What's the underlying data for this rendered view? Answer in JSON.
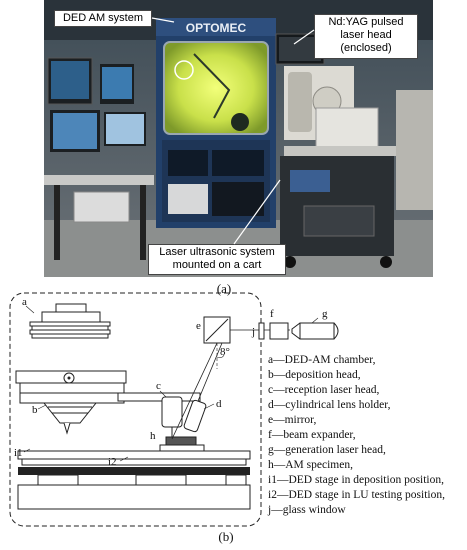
{
  "figure_a": {
    "caption": "(a)",
    "callouts": {
      "ded_am_system": "DED AM system",
      "laser_head": "Nd:YAG pulsed laser head (enclosed)",
      "laser_head_l1": "Nd:YAG pulsed",
      "laser_head_l2": "laser head",
      "laser_head_l3": "(enclosed)",
      "ultrasonic_l1": "Laser ultrasonic system",
      "ultrasonic_l2": "mounted on a cart"
    },
    "brand": "OPTOMEC"
  },
  "figure_b": {
    "caption": "(b)",
    "angle_label": "8°",
    "part_labels": {
      "a": "a",
      "b": "b",
      "c": "c",
      "d": "d",
      "e": "e",
      "f": "f",
      "g": "g",
      "h": "h",
      "i1": "i1",
      "i2": "i2",
      "j": "j"
    },
    "legend": [
      "a—DED-AM chamber,",
      "b—deposition head,",
      "c—reception laser head,",
      "d—cylindrical lens holder,",
      "e—mirror,",
      "f—beam expander,",
      "g—generation laser head,",
      "h—AM specimen,",
      "i1—DED stage in deposition position,",
      "i2—DED stage in LU testing position,",
      "j—glass window"
    ]
  }
}
